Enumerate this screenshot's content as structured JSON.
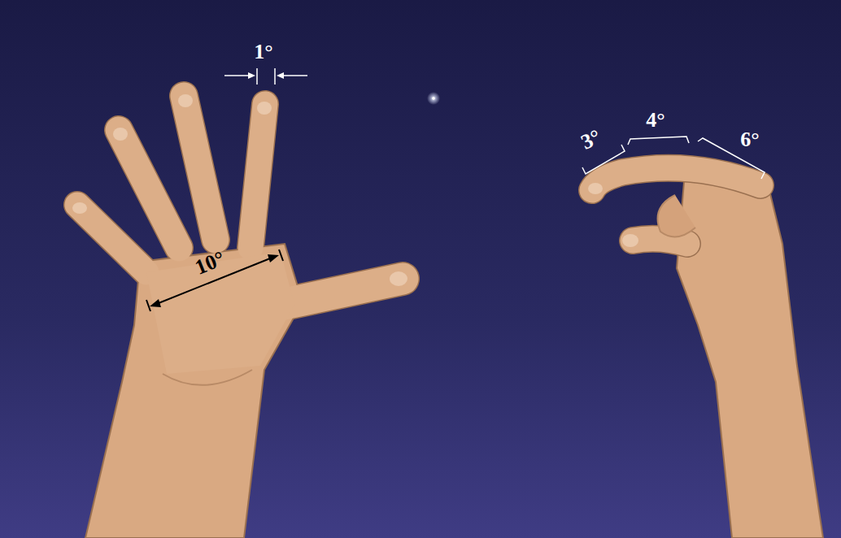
{
  "diagram": {
    "labels": [
      "1°",
      "10°",
      "3°",
      "4°",
      "6°"
    ]
  }
}
